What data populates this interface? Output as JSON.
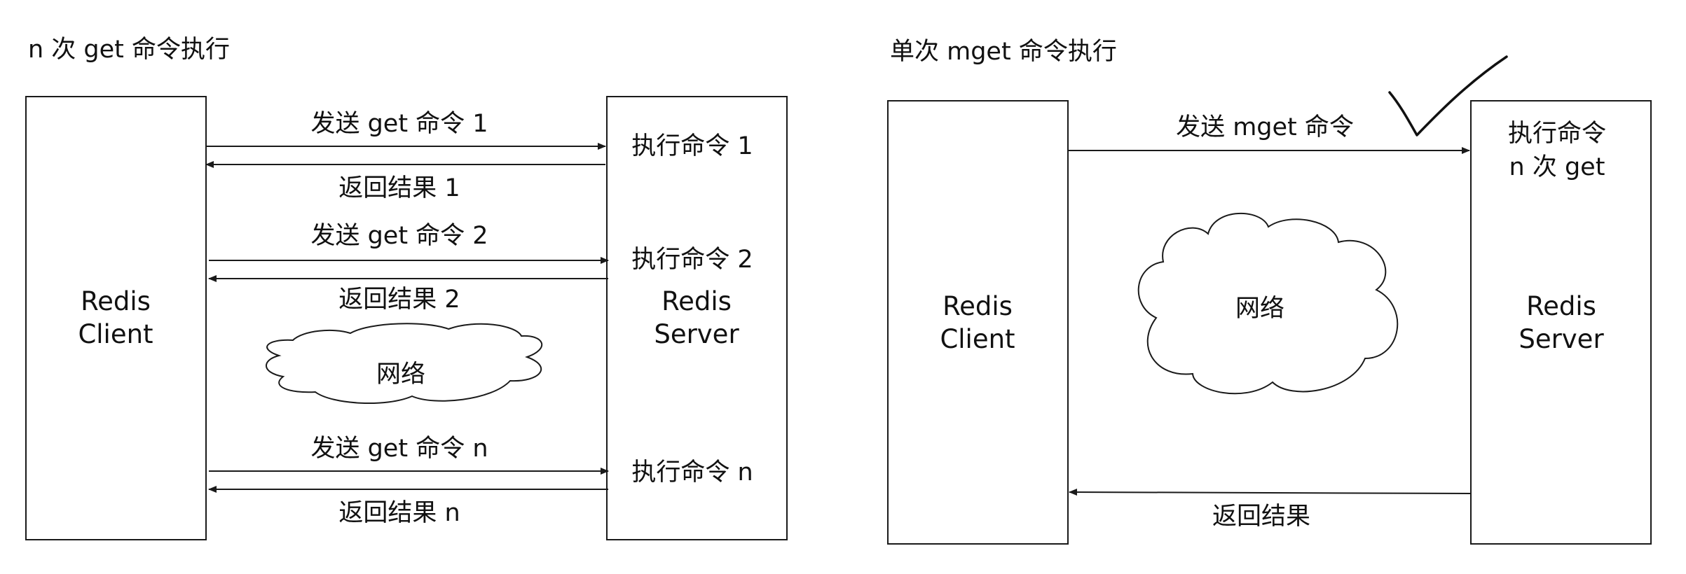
{
  "left": {
    "title": "n 次 get 命令执行",
    "client_line1": "Redis",
    "client_line2": "Client",
    "server_line1": "Redis",
    "server_line2": "Server",
    "exchanges": [
      {
        "send": "发送 get 命令 1",
        "exec": "执行命令 1",
        "result": "返回结果 1"
      },
      {
        "send": "发送 get 命令 2",
        "exec": "执行命令 2",
        "result": "返回结果 2"
      },
      {
        "send": "发送 get 命令 n",
        "exec": "执行命令 n",
        "result": "返回结果 n"
      }
    ],
    "network": "网络"
  },
  "right": {
    "title": "单次 mget 命令执行",
    "client_line1": "Redis",
    "client_line2": "Client",
    "server_line1": "Redis",
    "server_line2": "Server",
    "send": "发送 mget 命令",
    "exec_line1": "执行命令",
    "exec_line2": "n 次 get",
    "result": "返回结果",
    "network": "网络",
    "mark_icon": "checkmark-icon"
  }
}
